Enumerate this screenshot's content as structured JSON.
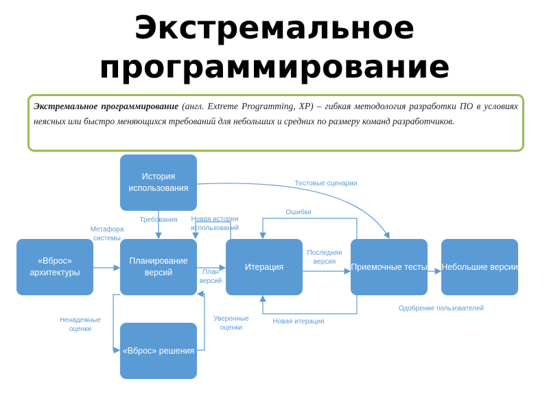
{
  "title": "Экстремальное программирование",
  "definition": {
    "term": "Экстремальное программирование",
    "text": " (англ. Extreme Programming, XP) – гибкая методология разработки ПО в условиях неясных или быстро меняющихся требований для небольших и средних по размеру команд разработчиков."
  },
  "nodes": {
    "history": "История использования",
    "arch": "«Вброс» архитектуры",
    "planning": "Планирование версий",
    "iteration": "Итерация",
    "acceptance": "Приемочные тесты",
    "small": "Небольшие версии",
    "spike": "«Вброс» решения"
  },
  "edges": {
    "test_scenarios": "Тестовые сценарии",
    "requirements": "Требования",
    "new_story": "Новая история использований",
    "metaphor": "Метафора системы",
    "release_plan": "План версий",
    "bugs": "Ошибки",
    "latest_version": "Последняя версия",
    "new_iteration": "Новая итерация",
    "user_approval": "Одобрение пользователей",
    "uncertain": "Ненадежные оценки",
    "confident": "Уверенные оценки"
  },
  "colors": {
    "box": "#5b9bd5",
    "border": "#9bbb59"
  }
}
